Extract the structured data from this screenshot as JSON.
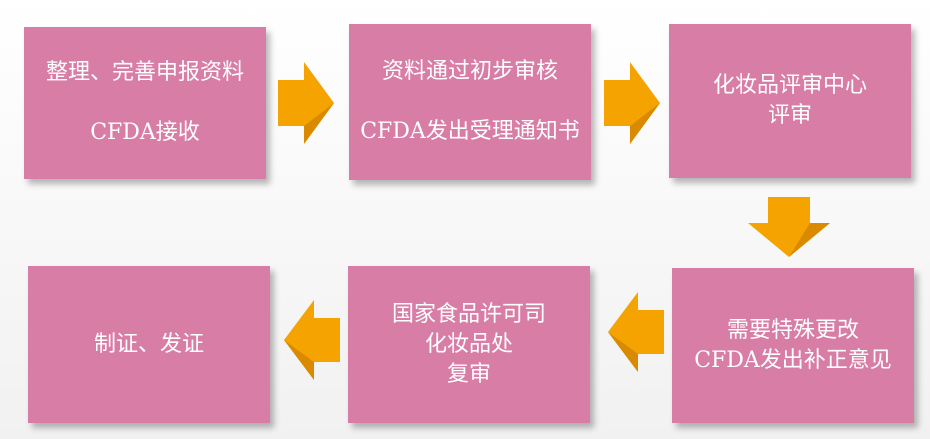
{
  "steps": {
    "s1": {
      "line1": "整理、完善申报资料",
      "line2": "CFDA接收"
    },
    "s2": {
      "line1": "资料通过初步审核",
      "line2": "CFDA发出受理通知书"
    },
    "s3": {
      "line1": "化妆品评审中心",
      "line2": "评审"
    },
    "s4": {
      "line1": "需要特殊更改",
      "line2": "CFDA发出补正意见"
    },
    "s5": {
      "line1": "国家食品许可司",
      "line2": "化妆品处",
      "line3": "复审"
    },
    "s6": {
      "line1": "制证、发证"
    }
  },
  "colors": {
    "box_fill": "#d87ea6",
    "arrow_fill": "#f5a300",
    "text": "#ffffff"
  }
}
